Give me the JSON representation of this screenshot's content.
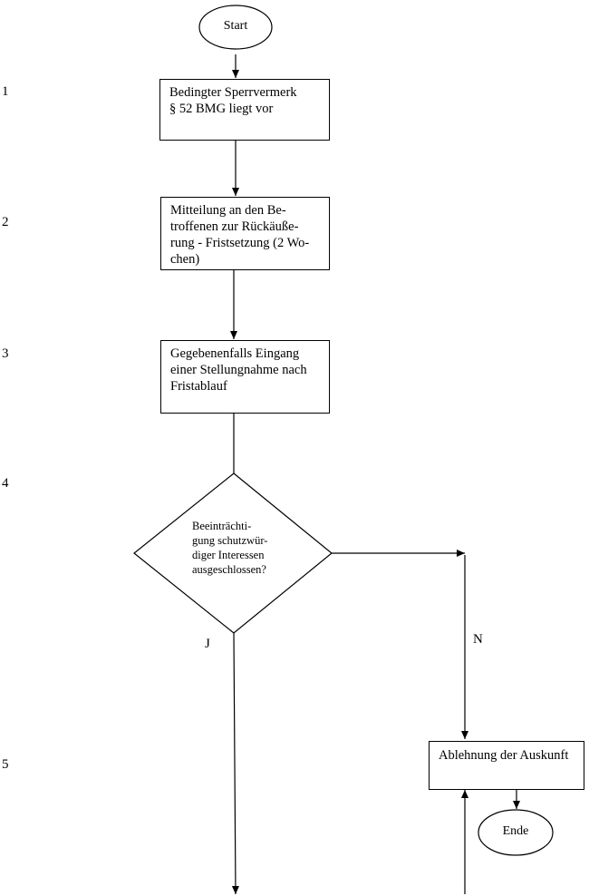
{
  "steps": {
    "n1": "1",
    "n2": "2",
    "n3": "3",
    "n4": "4",
    "n5": "5"
  },
  "start": {
    "label": "Start"
  },
  "box1": {
    "lines": [
      "Bedingter Sperrvermerk",
      "§ 52 BMG liegt vor"
    ]
  },
  "box2": {
    "lines": [
      "Mitteilung an den Be-",
      "troffenen zur Rückäuße-",
      "rung - Fristsetzung (2 Wo-",
      "chen)"
    ]
  },
  "box3": {
    "lines": [
      "Gegebenenfalls Eingang",
      "einer Stellungnahme nach",
      "Fristablauf"
    ]
  },
  "decision": {
    "lines": [
      "Beeinträchti-",
      "gung schutzwür-",
      "diger Interessen",
      "ausgeschlossen?"
    ]
  },
  "edges": {
    "yes": "J",
    "no": "N"
  },
  "reject": {
    "label": "Ablehnung der Auskunft"
  },
  "end": {
    "label": "Ende"
  }
}
